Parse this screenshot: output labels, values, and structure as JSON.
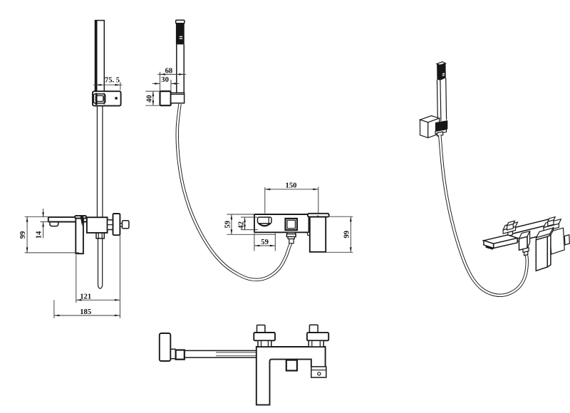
{
  "title": "Bath shower mixer technical drawing",
  "colors": {
    "background": "#ffffff",
    "ink": "#1a1a1a"
  },
  "views": {
    "side": {
      "dims": {
        "bracket_offset": "75. 5",
        "outlet_height": "99",
        "spout_thickness": "14",
        "spout_reach": "121",
        "overall_reach": "185"
      }
    },
    "front": {
      "dims": {
        "holder_width": "68",
        "holder_base_width": "30",
        "holder_height": "40",
        "union_centers": "150",
        "body_height": "59",
        "spout_opening_height": "42",
        "spout_center_offset": "59",
        "handle_height": "99"
      }
    },
    "perspective": {},
    "plan": {}
  }
}
